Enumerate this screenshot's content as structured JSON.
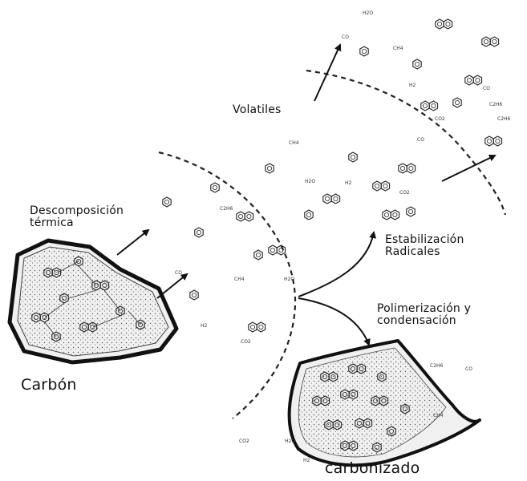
{
  "labels": {
    "coal": "Carbón",
    "thermal_decomposition_line1": "Descomposición",
    "thermal_decomposition_line2": "térmica",
    "volatiles": "Volatiles",
    "radical_stabilization_line1": "Estabilización",
    "radical_stabilization_line2": "Radicales",
    "polymerization_line1": "Polimerización y",
    "polymerization_line2": "condensación",
    "char": "carbonizado"
  },
  "molecule_tags": [
    "CO",
    "CH4",
    "H2O",
    "H2",
    "CO2",
    "C2H6"
  ],
  "colors": {
    "ink": "#111111",
    "stipple": "#555555",
    "background": "#ffffff"
  }
}
